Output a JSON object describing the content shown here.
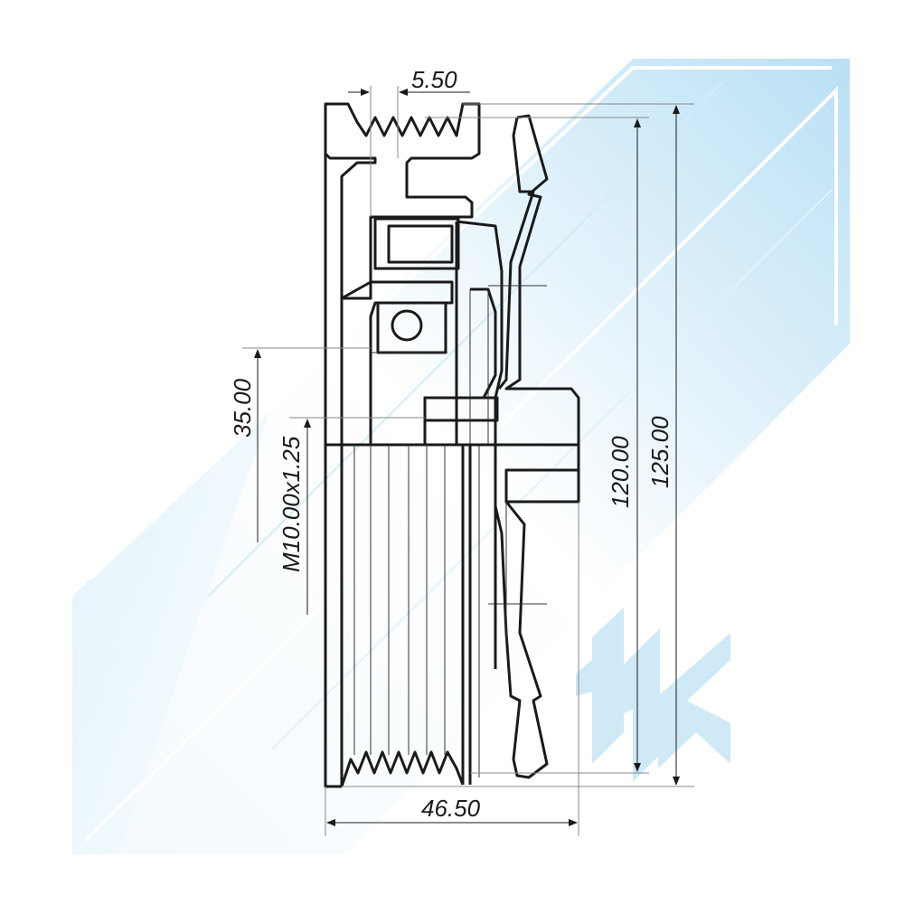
{
  "drawing": {
    "dimensions": {
      "groove_pitch": "5.50",
      "outer_diameter": "125.00",
      "groove_diameter": "120.00",
      "overall_width": "46.50",
      "bore_offset": "35.00",
      "thread": "M10.00x1.25"
    },
    "logo": "tlk"
  },
  "colors": {
    "band_light": "#e8f5fc",
    "band_dark": "#b9e0f5",
    "logo": "#cfe9f6",
    "line": "#1a1a1a"
  }
}
